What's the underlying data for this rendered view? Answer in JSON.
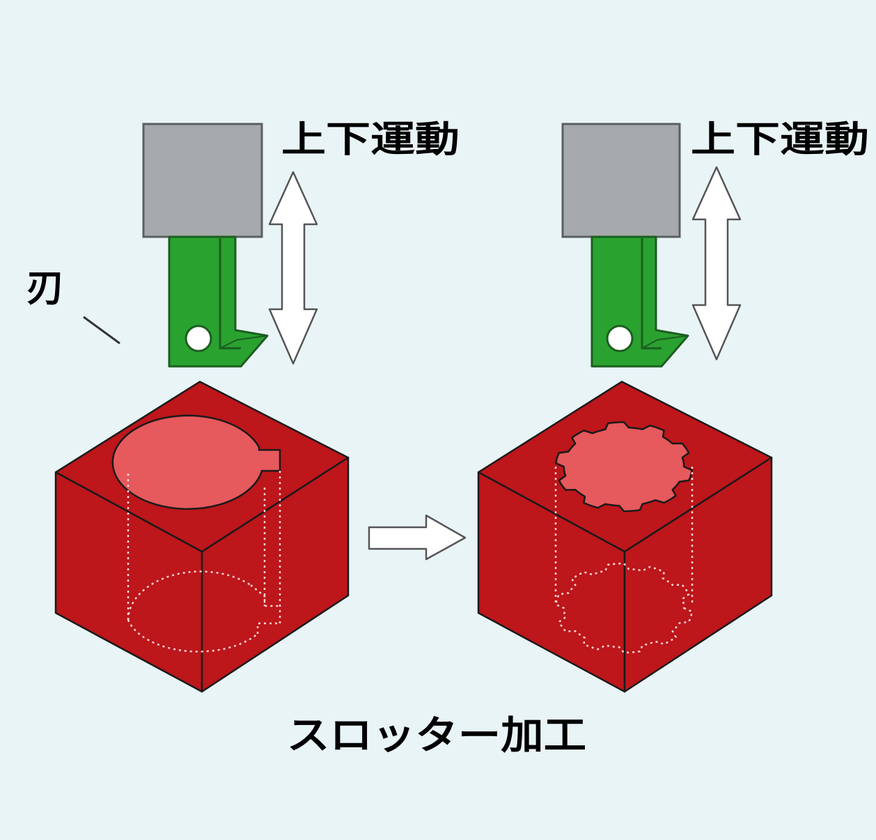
{
  "labels": {
    "motion_left": "上下運動",
    "motion_right": "上下運動",
    "blade": "刃",
    "caption": "スロッター加工"
  },
  "colors": {
    "background": "#e9f4f7",
    "holder": "#a7aaac",
    "blade": "#2aa230",
    "block": "#bd161b",
    "hole": "#e6595c",
    "outline": "#1a1a1a"
  },
  "icons": [
    "up-down-arrow-icon",
    "right-arrow-icon",
    "pointer-line-icon"
  ]
}
